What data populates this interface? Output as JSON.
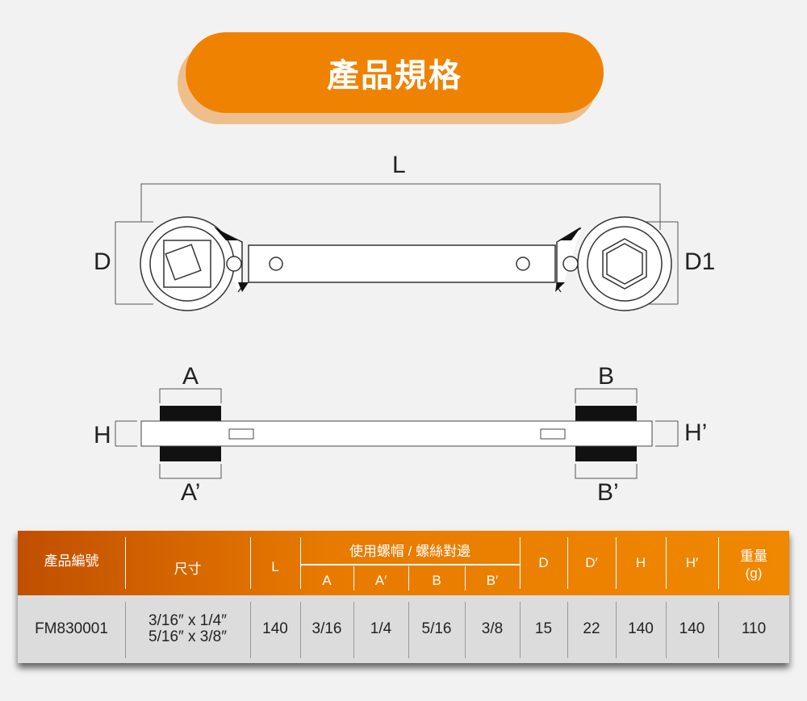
{
  "title": "產品規格",
  "diagram": {
    "L": "L",
    "D": "D",
    "D1": "D1",
    "A": "A",
    "A_prime": "A’",
    "B": "B",
    "B_prime": "B’",
    "H": "H",
    "H_prime": "H’"
  },
  "table": {
    "headers": {
      "product_no": "產品編號",
      "size": "尺寸",
      "L": "L",
      "group": "使用螺帽 / 螺絲對邊",
      "A": "A",
      "A_prime": "A′",
      "B": "B",
      "B_prime": "B′",
      "D": "D",
      "D_prime": "D′",
      "H": "H",
      "H_prime": "H′",
      "weight": "重量",
      "weight_unit": "(g)"
    },
    "row": {
      "product_no": "FM830001",
      "size_line1": "3/16″  x 1/4″",
      "size_line2": "5/16″  x 3/8″",
      "L": "140",
      "A": "3/16",
      "A_prime": "1/4",
      "B": "5/16",
      "B_prime": "3/8",
      "D": "15",
      "D_prime": "22",
      "H": "140",
      "H_prime": "140",
      "weight": "110"
    }
  },
  "colors": {
    "accent": "#ef8200",
    "row_bg": "#dcdcdc"
  }
}
